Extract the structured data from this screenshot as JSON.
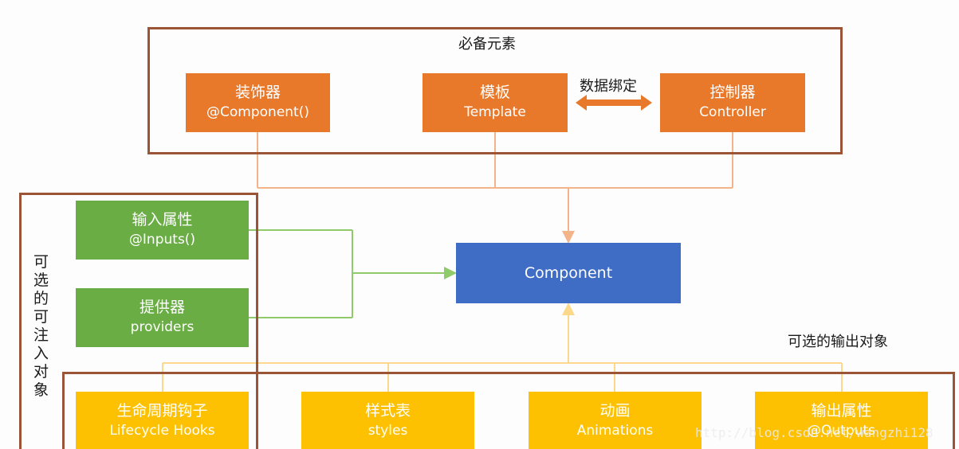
{
  "colors": {
    "frame": "#9b5536",
    "orange": "#e8792b",
    "green": "#6aad45",
    "blue": "#3f6dc5",
    "yellow": "#fdc101",
    "connector_orange": "#f3b48a",
    "connector_green": "#8fcb6a",
    "connector_yellow": "#fcd88a"
  },
  "required": {
    "title": "必备元素",
    "binding_label": "数据绑定",
    "decorator": {
      "title": "装饰器",
      "subtitle": "@Component()"
    },
    "template": {
      "title": "模板",
      "subtitle": "Template"
    },
    "controller": {
      "title": "控制器",
      "subtitle": "Controller"
    }
  },
  "injectables": {
    "title": "可选的可注入对象",
    "inputs": {
      "title": "输入属性",
      "subtitle": "@Inputs()"
    },
    "providers": {
      "title": "提供器",
      "subtitle": "providers"
    }
  },
  "component": {
    "title": "Component"
  },
  "outputs": {
    "title": "可选的输出对象",
    "lifecycle": {
      "title": "生命周期钩子",
      "subtitle": "Lifecycle Hooks"
    },
    "styles": {
      "title": "样式表",
      "subtitle": "styles"
    },
    "animations": {
      "title": "动画",
      "subtitle": "Animations"
    },
    "output_props": {
      "title": "输出属性",
      "subtitle": "@Outputs"
    }
  },
  "watermark": "http://blog.csdn.net/wangzhi128"
}
